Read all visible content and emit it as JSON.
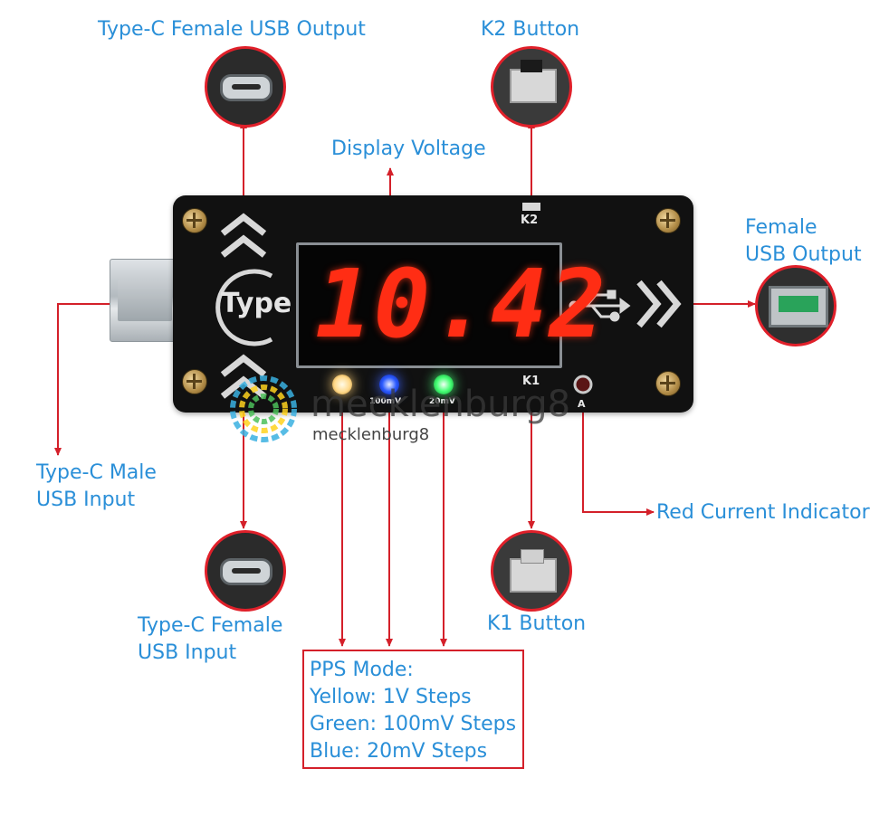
{
  "labels": {
    "typec_female_output": "Type-C Female USB Output",
    "k2_button": "K2 Button",
    "display_voltage": "Display Voltage",
    "female_usb_output_line1": "Female",
    "female_usb_output_line2": "USB Output",
    "typec_male_input_line1": "Type-C Male",
    "typec_male_input_line2": "USB Input",
    "red_current_indicator": "Red Current Indicator",
    "typec_female_input_line1": "Type-C Female",
    "typec_female_input_line2": "USB Input",
    "k1_button": "K1 Button"
  },
  "pps_box": {
    "title": "PPS Mode:",
    "yellow": "Yellow: 1V Steps",
    "green": "Green: 100mV Steps",
    "blue": "Blue: 20mV Steps"
  },
  "device": {
    "display_value": "10.42",
    "silk_k2": "K2",
    "silk_k1": "K1",
    "silk_a": "A",
    "silk_100mv": "100mV",
    "silk_20mv": "20mV",
    "logo_text": "Type"
  },
  "watermark": {
    "large": "mecklenburg8",
    "small": "mecklenburg8"
  },
  "colors": {
    "label_blue": "#2a8fd8",
    "arrow_red": "#d4202a",
    "display_red": "#ff2d14",
    "led_yellow": "#ffe9a0",
    "led_blue": "#1f4dff",
    "led_green": "#3dff6a"
  }
}
